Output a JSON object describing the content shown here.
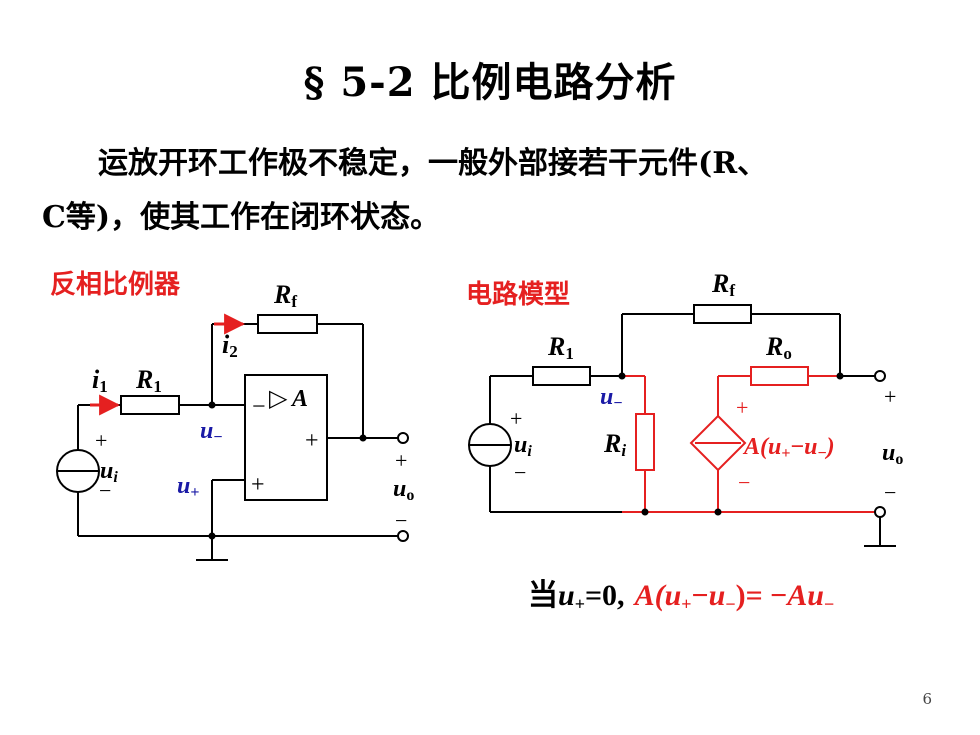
{
  "title": "§ 5-2  比例电路分析",
  "paragraph": {
    "line1": "运放开环工作极不稳定，一般外部接若干元件(R、",
    "line2": "C等)，使其工作在闭环状态。"
  },
  "left_circuit": {
    "label": "反相比例器",
    "Rf": "R",
    "Rf_sub": "f",
    "R1": "R",
    "R1_sub": "1",
    "i1": "i",
    "i1_sub": "1",
    "i2": "i",
    "i2_sub": "2",
    "u_minus": "u",
    "u_minus_sub": "−",
    "u_plus": "u",
    "u_plus_sub": "+",
    "ui": "u",
    "ui_sub": "i",
    "uo": "u",
    "uo_sub": "o",
    "opamp_gain": "A",
    "opamp_triangle": "▷",
    "plus": "+",
    "minus": "−",
    "minus_bar": "−"
  },
  "right_circuit": {
    "label": "电路模型",
    "Rf": "R",
    "Rf_sub": "f",
    "R1": "R",
    "R1_sub": "1",
    "Ro": "R",
    "Ro_sub": "o",
    "Ri": "R",
    "Ri_sub": "i",
    "u_minus": "u",
    "u_minus_sub": "−",
    "ui": "u",
    "ui_sub": "i",
    "uo": "u",
    "uo_sub": "o",
    "source_expr_A": "A(",
    "source_expr_u1": "u",
    "source_expr_plus": "+",
    "source_expr_mid": "−",
    "source_expr_u2": "u",
    "source_expr_minus": "−",
    "source_expr_close": ")",
    "plus": "+",
    "minus": "−"
  },
  "condition": {
    "when": "当",
    "u": "u",
    "sub_plus": "+",
    "eq_zero": "=0,",
    "A_open": "A(",
    "u1": "u",
    "sub1": "+",
    "dash": "−",
    "u2": "u",
    "sub2": "−",
    "close_eq": ")= −",
    "Au": "Au",
    "sub3": "−"
  },
  "page_number": "6",
  "colors": {
    "red": "#e52020",
    "blue": "#1a1aa6",
    "black": "#000000"
  }
}
